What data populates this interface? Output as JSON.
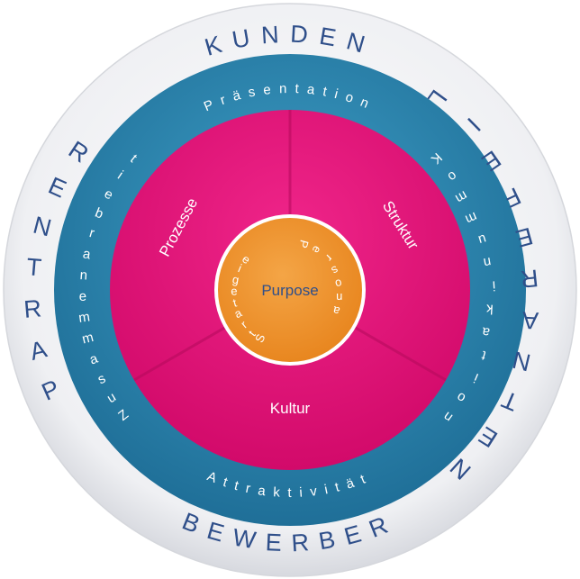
{
  "outer_ring": {
    "top": "KUNDEN",
    "right": "LIEFERANTEN",
    "bottom": "BEWERBER",
    "left": "PARTNER"
  },
  "middle_ring": {
    "top": "Präsentation",
    "right": "Kommunikation",
    "bottom": "Attraktivität",
    "left": "Zusammenarbeit"
  },
  "segments": {
    "left": "Prozesse",
    "right": "Struktur",
    "bottom": "Kultur"
  },
  "core": {
    "label": "Purpose",
    "ring_left": "Strategie",
    "ring_right": "Persona"
  },
  "colors": {
    "outer_ring": "#eeeef1",
    "middle_ring": "#2e86b0",
    "segments": "#e8147a",
    "core": "#f0962e",
    "outer_text": "#2f4f8a",
    "white": "#ffffff"
  }
}
